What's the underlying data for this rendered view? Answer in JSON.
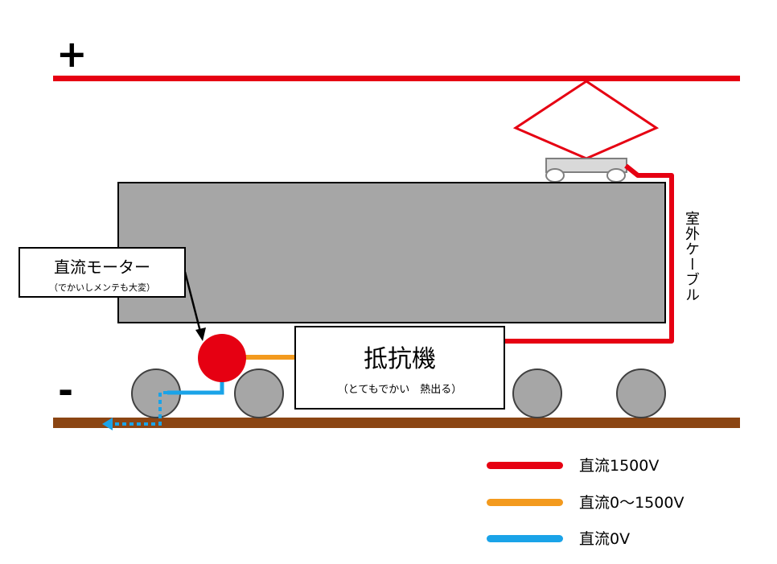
{
  "symbols": {
    "plus": "+",
    "minus": "-"
  },
  "motor": {
    "title": "直流モーター",
    "note": "（でかいしメンテも大変）"
  },
  "resistor": {
    "title": "抵抗機",
    "note": "（とてもでかい　熱出る）"
  },
  "cable_label": "室外ケーブル",
  "legend": [
    {
      "label": "直流1500V",
      "color": "#e60012"
    },
    {
      "label": "直流0～1500V",
      "color": "#f39a1e"
    },
    {
      "label": "直流0V",
      "color": "#1aa3e8"
    }
  ],
  "colors": {
    "overhead_line": "#e60012",
    "rail": "#8b4513",
    "car_body": "#a6a6a6",
    "wheel": "#a6a6a6",
    "motor": "#e60012",
    "pantograph": "#e60012",
    "pantograph_base": "#d9d9d9"
  }
}
